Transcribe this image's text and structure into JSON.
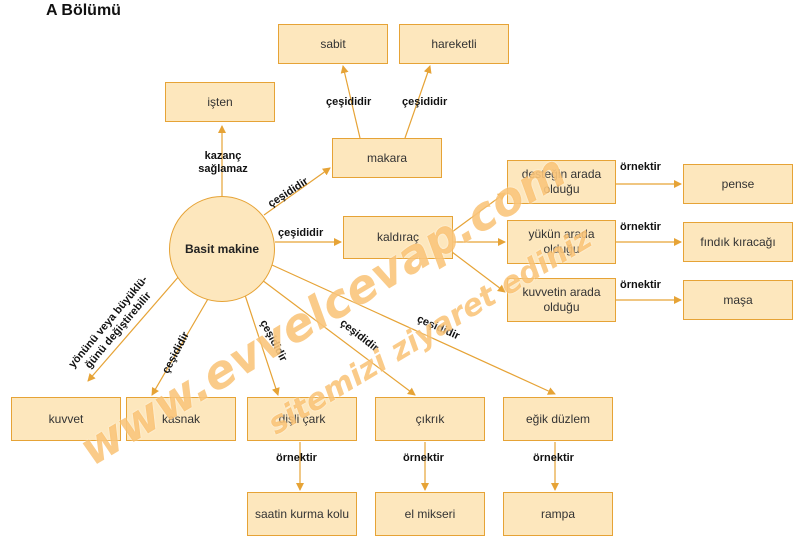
{
  "title": "A Bölümü",
  "center": "Basit makine",
  "nodes": {
    "isten": "işten",
    "sabit": "sabit",
    "hareketli": "hareketli",
    "makara": "makara",
    "kaldirac": "kaldıraç",
    "destek": "desteğin arada olduğu",
    "yuk": "yükün arada olduğu",
    "kuvvet_arada": "kuvvetin arada olduğu",
    "pense": "pense",
    "findik": "fındık kıracağı",
    "masa": "maşa",
    "kuvvet": "kuvvet",
    "kasnak": "kasnak",
    "disli": "dişli çark",
    "cikrik": "çıkrık",
    "egik": "eğik düzlem",
    "saatin": "saatin kurma kolu",
    "mikser": "el mikseri",
    "rampa": "rampa"
  },
  "labels": {
    "kazanc": "kazanç sağlamaz",
    "yonunu": "yönünü veya büyüklü-ğünü değiştirebilir",
    "cesididir": "çeşididir",
    "ornektir": "örnektir"
  },
  "watermark": {
    "line1": "www.evvelcevap.com",
    "line2": "sitemizi ziyaret ediniz"
  }
}
